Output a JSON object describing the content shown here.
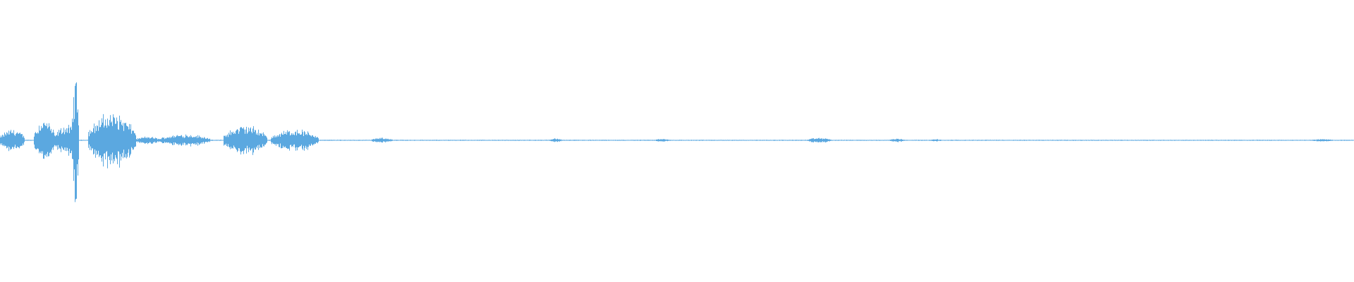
{
  "waveform": {
    "color": "#5ba8e0",
    "duration_fraction_active": 0.235,
    "bursts": [
      {
        "start": 0.0,
        "end": 0.018,
        "peak": 0.09
      },
      {
        "start": 0.025,
        "end": 0.04,
        "peak": 0.17
      },
      {
        "start": 0.04,
        "end": 0.058,
        "peak": 0.12
      },
      {
        "start": 0.053,
        "end": 0.058,
        "peak": 0.5
      },
      {
        "start": 0.065,
        "end": 0.1,
        "peak": 0.22
      },
      {
        "start": 0.1,
        "end": 0.118,
        "peak": 0.03
      },
      {
        "start": 0.118,
        "end": 0.155,
        "peak": 0.05
      },
      {
        "start": 0.165,
        "end": 0.197,
        "peak": 0.12
      },
      {
        "start": 0.2,
        "end": 0.235,
        "peak": 0.09
      },
      {
        "start": 0.274,
        "end": 0.29,
        "peak": 0.02
      },
      {
        "start": 0.405,
        "end": 0.415,
        "peak": 0.015
      },
      {
        "start": 0.483,
        "end": 0.495,
        "peak": 0.012
      },
      {
        "start": 0.596,
        "end": 0.614,
        "peak": 0.02
      },
      {
        "start": 0.657,
        "end": 0.668,
        "peak": 0.015
      },
      {
        "start": 0.687,
        "end": 0.695,
        "peak": 0.01
      },
      {
        "start": 0.968,
        "end": 0.985,
        "peak": 0.01
      }
    ],
    "baseline_noise": 0.004
  }
}
